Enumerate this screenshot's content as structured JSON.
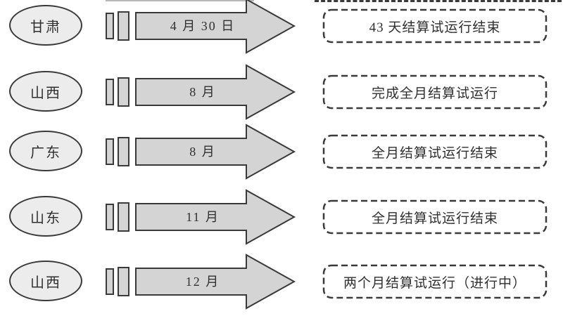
{
  "diagram": {
    "rows": [
      {
        "province": "甘肃",
        "date": "4 月 30 日",
        "status": "43 天结算试运行结束"
      },
      {
        "province": "山西",
        "date": "8 月",
        "status": "完成全月结算试运行"
      },
      {
        "province": "广东",
        "date": "8 月",
        "status": "全月结算试运行结束"
      },
      {
        "province": "山东",
        "date": "11 月",
        "status": "全月结算试运行结束"
      },
      {
        "province": "山西",
        "date": "12 月",
        "status": "两个月结算试运行（进行中）"
      }
    ],
    "colors": {
      "shape_fill": "#d4d4d4",
      "ellipse_fill": "#ececec",
      "outline": "#3a3a3a",
      "text": "#2f2f2f",
      "background": "#ffffff"
    }
  }
}
